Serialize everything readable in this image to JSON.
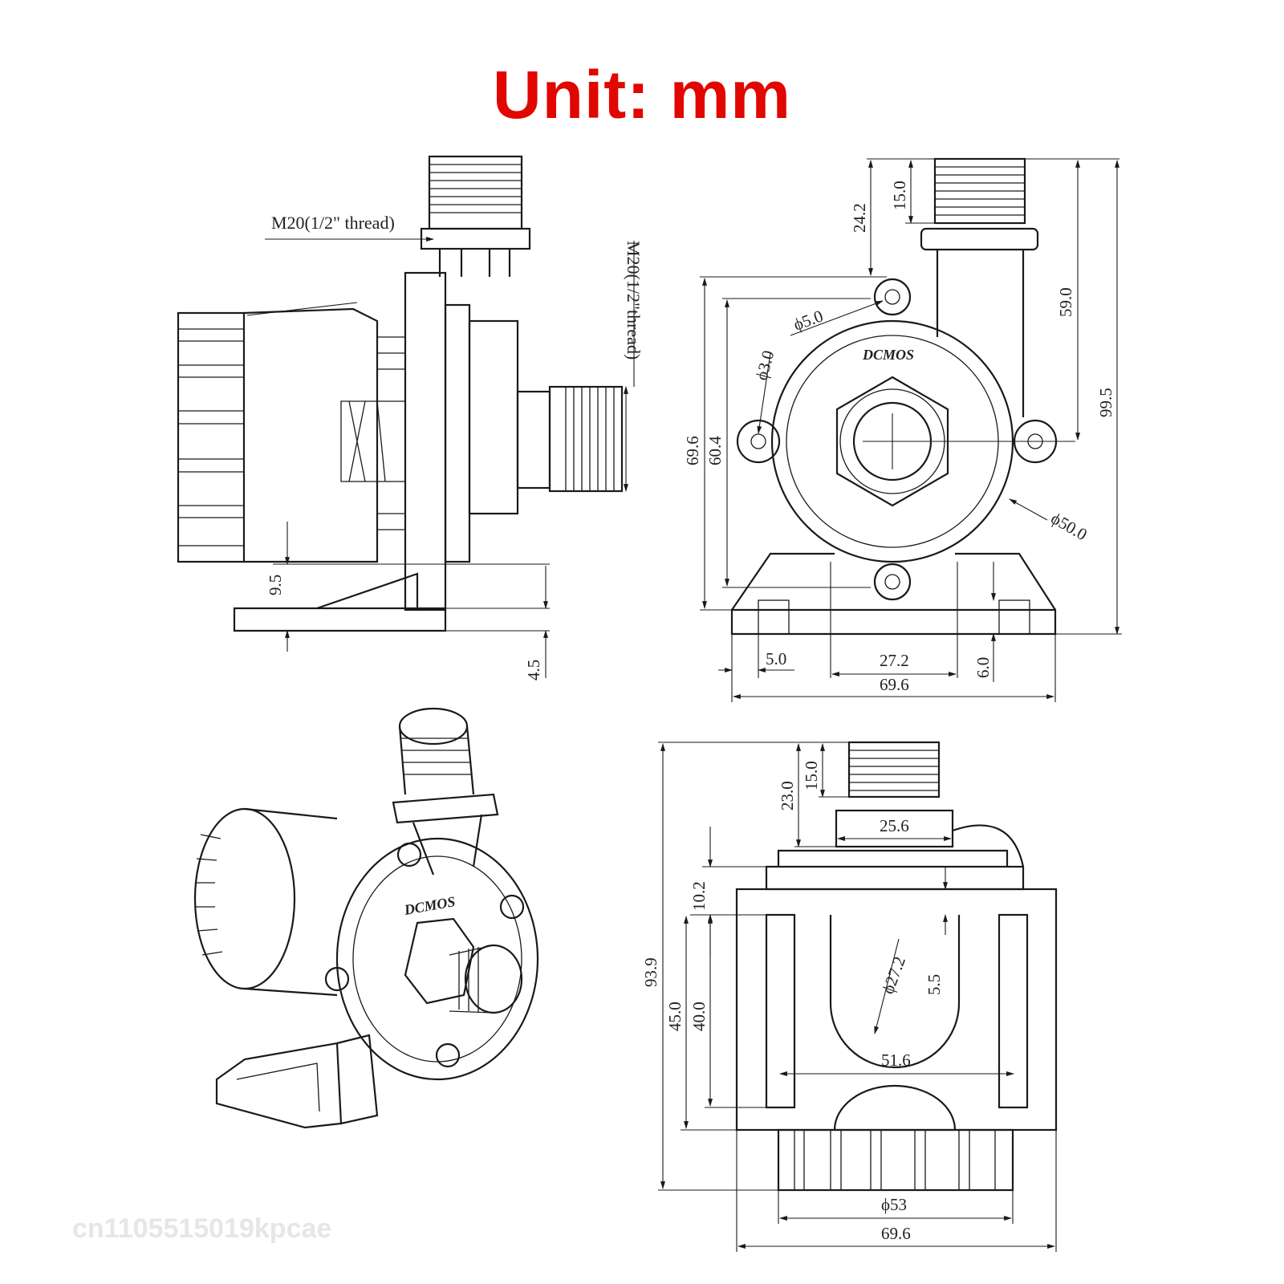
{
  "title": "Unit: mm",
  "title_color": "#e10600",
  "line_color": "#1a1a1a",
  "watermark": "cn1105515019kpcae",
  "side_view": {
    "label_top": "M20(1/2\" thread)",
    "label_right": "M20(1/2\"thread)",
    "dim_9_5": "9.5",
    "dim_4_5": "4.5"
  },
  "front_view": {
    "brand": "DCMOS",
    "dim_24_2": "24.2",
    "dim_15_0": "15.0",
    "dim_59_0": "59.0",
    "dim_99_5": "99.5",
    "dim_phi_5_0": "ϕ5.0",
    "dim_phi_3_0": "ϕ3.0",
    "dim_69_6_v": "69.6",
    "dim_60_4": "60.4",
    "dim_phi_50_0": "ϕ50.0",
    "dim_5_0": "5.0",
    "dim_27_2": "27.2",
    "dim_6_0": "6.0",
    "dim_69_6_h": "69.6"
  },
  "iso_view": {
    "brand": "DCMOS"
  },
  "top_view": {
    "dim_23_0": "23.0",
    "dim_15_0": "15.0",
    "dim_25_6": "25.6",
    "dim_10_2": "10.2",
    "dim_93_9": "93.9",
    "dim_phi_27_2": "ϕ27.2",
    "dim_5_5": "5.5",
    "dim_45_0": "45.0",
    "dim_40_0": "40.0",
    "dim_51_6": "51.6",
    "dim_phi_53": "ϕ53",
    "dim_69_6": "69.6"
  }
}
